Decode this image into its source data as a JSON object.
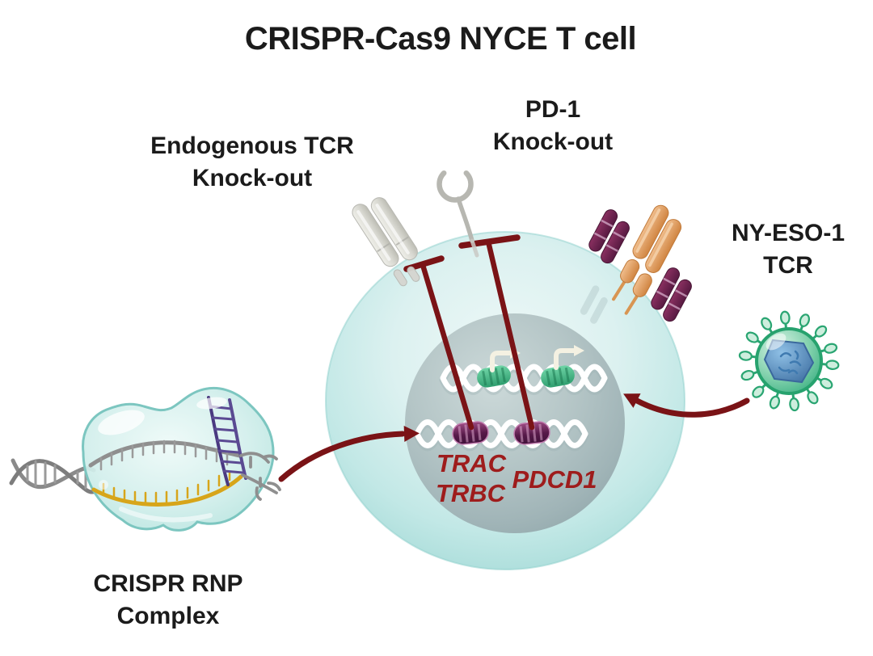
{
  "title": "CRISPR-Cas9 NYCE T cell",
  "labels": {
    "endogenous_tcr": {
      "line1": "Endogenous TCR",
      "line2": "Knock-out"
    },
    "pd1": {
      "line1": "PD-1",
      "line2": "Knock-out"
    },
    "ny_eso1": {
      "line1": "NY-ESO-1",
      "line2": "TCR"
    },
    "crispr_rnp": {
      "line1": "CRISPR RNP",
      "line2": "Complex"
    }
  },
  "genes": {
    "trac": "TRAC",
    "trbc": "TRBC",
    "pdcd1": "PDCD1"
  },
  "icons": {
    "t_cell": "t-cell-icon",
    "nucleus": "nucleus-icon",
    "endogenous_tcr_receptor": "endogenous-tcr-receptor-icon",
    "pd1_receptor": "pd1-receptor-icon",
    "ny_eso1_tcr_receptor": "ny-eso1-tcr-receptor-icon",
    "lentivirus": "lentivirus-icon",
    "crispr_rnp_complex": "crispr-rnp-complex-icon",
    "inhibition_tbar": "inhibition-tbar-icon",
    "transcription_arrow": "transcription-arrow-icon"
  },
  "colors": {
    "background": "#ffffff",
    "cell_membrane": "#a9dedb",
    "nucleus": "#9db3b6",
    "arrow_red": "#7a1316",
    "gene_label_red": "#9e1c1c",
    "knockin_gene_green": "#3fbf8c",
    "knockout_gene_purple": "#571a49",
    "tcr_orange": "#e09a5f",
    "tcr_purple": "#6d2350",
    "virus_green": "#2aa772",
    "capsid_blue": "#4f80b5",
    "guide_rna_yellow": "#d7a51a",
    "scaffold_rna_purple": "#4d3c82",
    "receptor_gray": "#cfcfca",
    "dna_white": "#ffffff",
    "label_black": "#1b1b1b"
  }
}
